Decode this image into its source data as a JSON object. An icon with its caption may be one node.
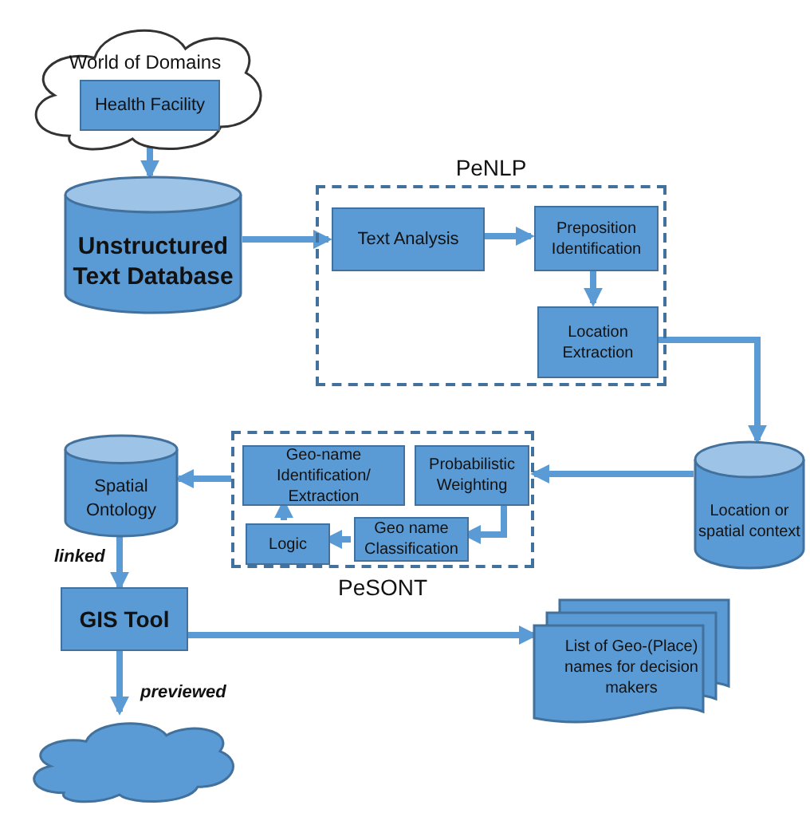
{
  "diagram": {
    "nodes": [
      {
        "text": [
          "World of Domains"
        ]
      },
      {
        "text": [
          "Health Facility"
        ],
        "in": 0
      },
      {
        "text": [
          "Unstructured Text Database"
        ]
      },
      {
        "text": [
          "PeNLP"
        ]
      },
      {
        "text": [
          "Text Analysis"
        ],
        "in": 3
      },
      {
        "text": [
          "Preposition Identification"
        ],
        "in": 3
      },
      {
        "text": [
          "Location Extraction"
        ],
        "in": 3
      },
      {
        "text": [
          "Location or spatial context"
        ]
      },
      {
        "text": [
          "PeSONT"
        ]
      },
      {
        "text": [
          "Geo-name Identification/ Extraction"
        ],
        "in": 8
      },
      {
        "text": [
          "Probabilistic Weighting"
        ],
        "in": 8
      },
      {
        "text": [
          "Geo name Classification"
        ],
        "in": 8
      },
      {
        "text": [
          "Logic"
        ],
        "in": 8
      },
      {
        "text": [
          "Spatial Ontology"
        ]
      },
      {
        "text": [
          "GIS Tool"
        ]
      },
      {
        "text": [
          "List of Geo-(Place) names for decision makers"
        ]
      },
      {
        "text": [],
        "shape": "cloud"
      }
    ],
    "edges": [
      {
        "from": 1,
        "to": 2,
        "arrow": "to"
      },
      {
        "from": 2,
        "to": 4,
        "arrow": "to"
      },
      {
        "from": 4,
        "to": 5,
        "arrow": "to"
      },
      {
        "from": 5,
        "to": 6,
        "arrow": "to"
      },
      {
        "from": 6,
        "to": 7,
        "arrow": "to"
      },
      {
        "from": 7,
        "to": 8,
        "arrow": "to"
      },
      {
        "from": 10,
        "to": 11,
        "arrow": "to"
      },
      {
        "from": 11,
        "to": 12,
        "arrow": "to"
      },
      {
        "from": 12,
        "to": 9,
        "arrow": "to"
      },
      {
        "from": 8,
        "to": 13,
        "arrow": "to"
      },
      {
        "from": 13,
        "to": 14,
        "arrow": "to",
        "label": "linked"
      },
      {
        "from": 14,
        "to": 15,
        "arrow": "to"
      },
      {
        "from": 14,
        "to": 16,
        "arrow": "to",
        "label": "previewed"
      }
    ]
  }
}
